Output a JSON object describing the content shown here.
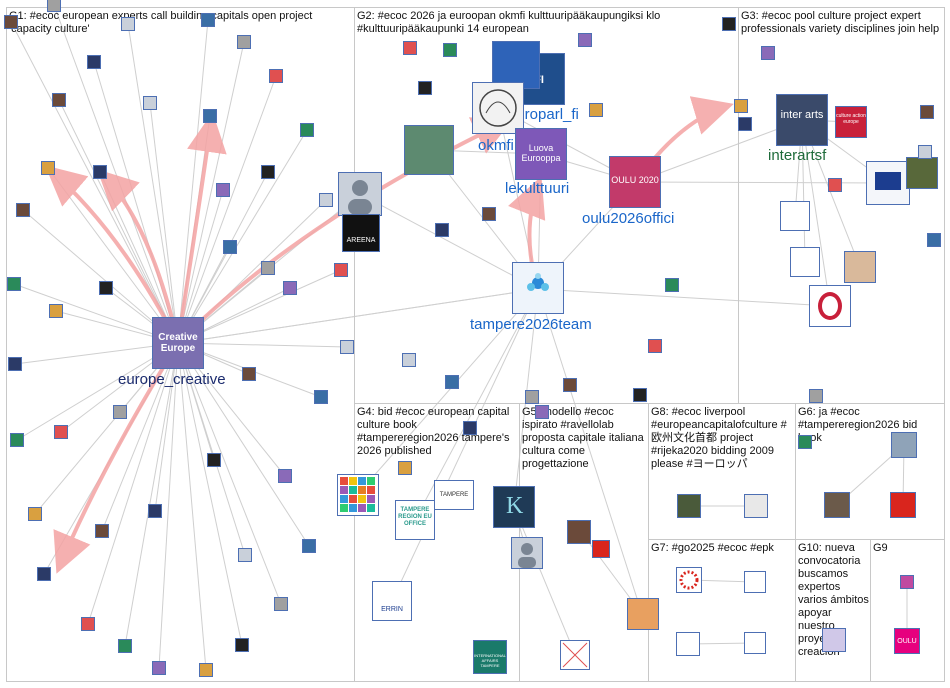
{
  "groups": [
    {
      "id": "G1",
      "title": "G1: #ecoc european experts call building capitals open project 'capacity culture'"
    },
    {
      "id": "G2",
      "title": "G2: #ecoc 2026 ja euroopan okmfi kulttuuripääkaupungiksi klo #kulttuuripääkaupunki 14 european"
    },
    {
      "id": "G3",
      "title": "G3: #ecoc pool culture project expert professionals variety disciplines join help"
    },
    {
      "id": "G4",
      "title": "G4: bid #ecoc european capital culture book #tampereregion2026 tampere's 2026 published"
    },
    {
      "id": "G5",
      "title": "G5: modello #ecoc ispirato #ravellolab proposta capitale italiana cultura come progettazione"
    },
    {
      "id": "G8",
      "title": "G8: #ecoc liverpool #europeancapitalofculture #欧州文化首都 project #rijeka2020 bidding 2009 please #ヨーロッパ"
    },
    {
      "id": "G6",
      "title": "G6: ja #ecoc #tampereregion2026 bid book"
    },
    {
      "id": "G7",
      "title": "G7: #go2025 #ecoc #epk"
    },
    {
      "id": "G10",
      "title": "G10: nueva convocatoria buscamos expertos varios ámbitos apoyar nuestro proyecto creación"
    },
    {
      "id": "G9",
      "title": "G9"
    }
  ],
  "labels": {
    "europe_creative": "europe_creative",
    "okmfi": "okmfi",
    "europarl_fi": "europarl_fi",
    "lekulttuuri": "lekulttuuri",
    "oulu2026": "oulu2026offici",
    "tampere2026team": "tampere2026team",
    "interartsf": "interartsf"
  },
  "avatars": {
    "creative_europe": "Creative Europe",
    "luova_eurooppa": "Luova Eurooppa",
    "oulu": "OULU 2020",
    "fi": "FI",
    "areena": "AREENA",
    "inter_arts": "inter arts",
    "culture_action": "culture action europe",
    "tampere_region": "TAMPERE REGION EU OFFICE",
    "tampere": "TAMPERE",
    "erinn": "ERRIN",
    "oulu_small": "OULU",
    "intl": "INTERNATIONAL AFFAIRS TAMPERE"
  },
  "colors": {
    "edge": "#c9c9c9",
    "strong_edge": "#f4a3a3",
    "label_blue": "#1a66c9",
    "label_dark": "#1b2b6e",
    "label_green": "#1e6b3a",
    "group_border": "#c8c8c8"
  }
}
